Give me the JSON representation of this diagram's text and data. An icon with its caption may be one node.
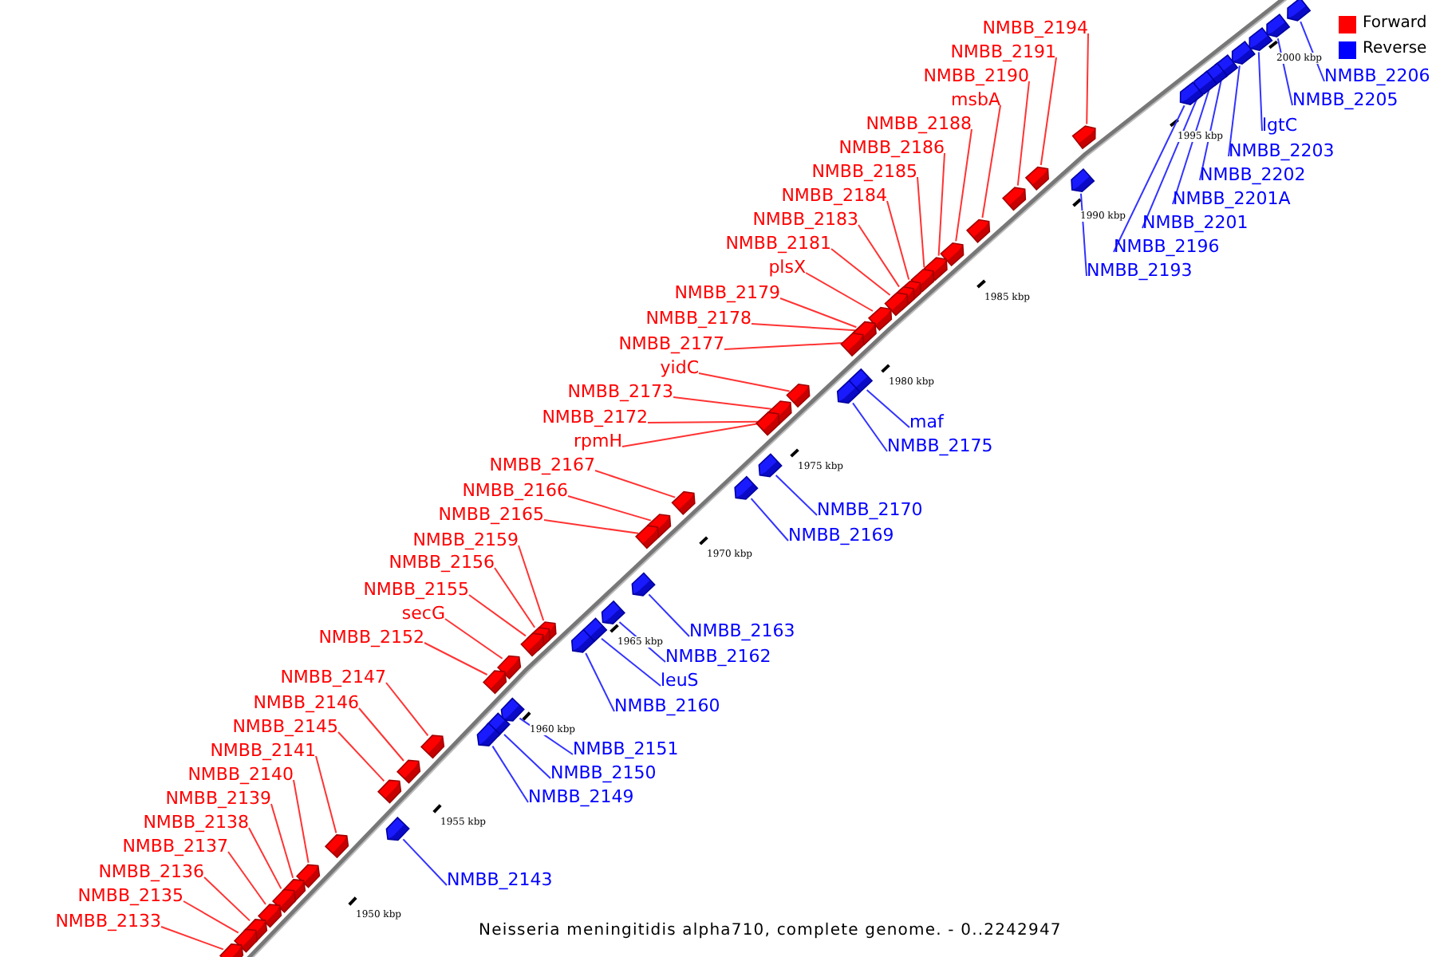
{
  "diagram": {
    "caption": "Neisseria meningitidis alpha710, complete genome. - 0..2242947",
    "nodes": [
      {
        "text": [
          "NMBB_2194"
        ]
      },
      {
        "text": [],
        "shape": "box"
      },
      {
        "text": [
          "NMBB_2191"
        ]
      },
      {
        "text": [],
        "shape": "box"
      },
      {
        "text": [
          "NMBB_2190"
        ]
      },
      {
        "text": [],
        "shape": "box"
      },
      {
        "text": [
          "NMBB_2206"
        ]
      },
      {
        "text": [],
        "shape": "box"
      },
      {
        "text": [
          "msbA"
        ]
      },
      {
        "text": [],
        "shape": "box"
      },
      {
        "text": [
          "NMBB_2205"
        ]
      },
      {
        "text": [],
        "shape": "box"
      },
      {
        "text": [
          "NMBB_2188"
        ]
      },
      {
        "text": [],
        "shape": "box"
      },
      {
        "text": [
          "lgtC"
        ]
      },
      {
        "text": [],
        "shape": "box"
      },
      {
        "text": [
          "NMBB_2186"
        ]
      },
      {
        "text": [],
        "shape": "box"
      },
      {
        "text": [
          "NMBB_2203"
        ]
      },
      {
        "text": [],
        "shape": "box"
      },
      {
        "text": [
          "NMBB_2185"
        ]
      },
      {
        "text": [],
        "shape": "box"
      },
      {
        "text": [
          "NMBB_2202"
        ]
      },
      {
        "text": [],
        "shape": "box"
      },
      {
        "text": [
          "NMBB_2184"
        ]
      },
      {
        "text": [],
        "shape": "box"
      },
      {
        "text": [
          "NMBB_2201A"
        ]
      },
      {
        "text": [],
        "shape": "box"
      },
      {
        "text": [
          "NMBB_2183"
        ]
      },
      {
        "text": [],
        "shape": "box"
      },
      {
        "text": [
          "NMBB_2201"
        ]
      },
      {
        "text": [],
        "shape": "box"
      },
      {
        "text": [
          "NMBB_2181"
        ]
      },
      {
        "text": [],
        "shape": "box"
      },
      {
        "text": [
          "NMBB_2196"
        ]
      },
      {
        "text": [],
        "shape": "box"
      },
      {
        "text": [
          "plsX"
        ]
      },
      {
        "text": [],
        "shape": "box"
      },
      {
        "text": [
          "NMBB_2193"
        ]
      },
      {
        "text": [],
        "shape": "box"
      },
      {
        "text": [
          "NMBB_2179"
        ]
      },
      {
        "text": [],
        "shape": "box"
      },
      {
        "text": [
          "NMBB_2178"
        ]
      },
      {
        "text": [],
        "shape": "box"
      },
      {
        "text": [
          "NMBB_2177"
        ]
      },
      {
        "text": [],
        "shape": "box"
      },
      {
        "text": [
          "yidC"
        ]
      },
      {
        "text": [],
        "shape": "box"
      },
      {
        "text": [
          "NMBB_2173"
        ]
      },
      {
        "text": [],
        "shape": "box"
      },
      {
        "text": [
          "NMBB_2172"
        ]
      },
      {
        "text": [],
        "shape": "box"
      },
      {
        "text": [
          "maf"
        ]
      },
      {
        "text": [],
        "shape": "box"
      },
      {
        "text": [
          "rpmH"
        ]
      },
      {
        "text": [],
        "shape": "box"
      },
      {
        "text": [
          "NMBB_2175"
        ]
      },
      {
        "text": [],
        "shape": "box"
      },
      {
        "text": [
          "NMBB_2167"
        ]
      },
      {
        "text": [],
        "shape": "box"
      },
      {
        "text": [
          "NMBB_2166"
        ]
      },
      {
        "text": [],
        "shape": "box"
      },
      {
        "text": [
          "NMBB_2170"
        ]
      },
      {
        "text": [],
        "shape": "box"
      },
      {
        "text": [
          "NMBB_2165"
        ]
      },
      {
        "text": [],
        "shape": "box"
      },
      {
        "text": [
          "NMBB_2169"
        ]
      },
      {
        "text": [],
        "shape": "box"
      },
      {
        "text": [
          "NMBB_2159"
        ]
      },
      {
        "text": [],
        "shape": "box"
      },
      {
        "text": [
          "NMBB_2156"
        ]
      },
      {
        "text": [],
        "shape": "box"
      },
      {
        "text": [
          "NMBB_2155"
        ]
      },
      {
        "text": [],
        "shape": "box"
      },
      {
        "text": [
          "secG"
        ]
      },
      {
        "text": [],
        "shape": "box"
      },
      {
        "text": [
          "NMBB_2163"
        ]
      },
      {
        "text": [],
        "shape": "box"
      },
      {
        "text": [
          "NMBB_2152"
        ]
      },
      {
        "text": [],
        "shape": "box"
      },
      {
        "text": [
          "NMBB_2162"
        ]
      },
      {
        "text": [],
        "shape": "box"
      },
      {
        "text": [
          "NMBB_2147"
        ]
      },
      {
        "text": [],
        "shape": "box"
      },
      {
        "text": [
          "leuS"
        ]
      },
      {
        "text": [],
        "shape": "box"
      },
      {
        "text": [
          "NMBB_2146"
        ]
      },
      {
        "text": [],
        "shape": "box"
      },
      {
        "text": [
          "NMBB_2160"
        ]
      },
      {
        "text": [],
        "shape": "box"
      },
      {
        "text": [
          "NMBB_2151"
        ]
      },
      {
        "text": [],
        "shape": "box"
      },
      {
        "text": [
          "NMBB_2145"
        ]
      },
      {
        "text": [],
        "shape": "box"
      },
      {
        "text": [
          "NMBB_2141"
        ]
      },
      {
        "text": [],
        "shape": "box"
      },
      {
        "text": [
          "NMBB_2150"
        ]
      },
      {
        "text": [],
        "shape": "box"
      },
      {
        "text": [
          "NMBB_2140"
        ]
      },
      {
        "text": [],
        "shape": "box"
      },
      {
        "text": [
          "NMBB_2149"
        ]
      },
      {
        "text": [],
        "shape": "box"
      },
      {
        "text": [
          "NMBB_2139"
        ]
      },
      {
        "text": [],
        "shape": "box"
      },
      {
        "text": [
          "NMBB_2138"
        ]
      },
      {
        "text": [],
        "shape": "box"
      },
      {
        "text": [
          "NMBB_2137"
        ]
      },
      {
        "text": [],
        "shape": "box"
      },
      {
        "text": [
          "NMBB_2136"
        ]
      },
      {
        "text": [],
        "shape": "box"
      },
      {
        "text": [
          "NMBB_2143"
        ]
      },
      {
        "text": [],
        "shape": "box"
      },
      {
        "text": [
          "NMBB_2135"
        ]
      },
      {
        "text": [],
        "shape": "box"
      },
      {
        "text": [
          "NMBB_2133"
        ]
      },
      {
        "text": [],
        "shape": "box"
      }
    ],
    "edges": [
      {
        "from": 0,
        "to": 1,
        "arrow": "none"
      },
      {
        "from": 2,
        "to": 3,
        "arrow": "none"
      },
      {
        "from": 4,
        "to": 5,
        "arrow": "none"
      },
      {
        "from": 6,
        "to": 7,
        "arrow": "none",
        "color": "#3333ff"
      },
      {
        "from": 8,
        "to": 9,
        "arrow": "none"
      },
      {
        "from": 10,
        "to": 11,
        "arrow": "none",
        "color": "#3333ff"
      },
      {
        "from": 12,
        "to": 13,
        "arrow": "none"
      },
      {
        "from": 14,
        "to": 15,
        "arrow": "none",
        "color": "#3333ff"
      },
      {
        "from": 16,
        "to": 17,
        "arrow": "none"
      },
      {
        "from": 18,
        "to": 19,
        "arrow": "none",
        "color": "#3333ff"
      },
      {
        "from": 20,
        "to": 21,
        "arrow": "none"
      },
      {
        "from": 22,
        "to": 23,
        "arrow": "none",
        "color": "#3333ff"
      },
      {
        "from": 24,
        "to": 25,
        "arrow": "none"
      },
      {
        "from": 26,
        "to": 27,
        "arrow": "none",
        "color": "#3333ff"
      },
      {
        "from": 28,
        "to": 29,
        "arrow": "none"
      },
      {
        "from": 30,
        "to": 31,
        "arrow": "none",
        "color": "#3333ff"
      },
      {
        "from": 32,
        "to": 33,
        "arrow": "none"
      },
      {
        "from": 34,
        "to": 35,
        "arrow": "none",
        "color": "#3333ff"
      },
      {
        "from": 36,
        "to": 37,
        "arrow": "none"
      },
      {
        "from": 38,
        "to": 39,
        "arrow": "none",
        "color": "#3333ff"
      },
      {
        "from": 40,
        "to": 41,
        "arrow": "none"
      },
      {
        "from": 42,
        "to": 43,
        "arrow": "none"
      },
      {
        "from": 44,
        "to": 45,
        "arrow": "none"
      },
      {
        "from": 46,
        "to": 47,
        "arrow": "none"
      },
      {
        "from": 48,
        "to": 49,
        "arrow": "none"
      },
      {
        "from": 50,
        "to": 51,
        "arrow": "none"
      },
      {
        "from": 52,
        "to": 53,
        "arrow": "none",
        "color": "#3333ff"
      },
      {
        "from": 54,
        "to": 55,
        "arrow": "none"
      },
      {
        "from": 56,
        "to": 57,
        "arrow": "none",
        "color": "#3333ff"
      },
      {
        "from": 58,
        "to": 59,
        "arrow": "none"
      },
      {
        "from": 60,
        "to": 61,
        "arrow": "none"
      },
      {
        "from": 62,
        "to": 63,
        "arrow": "none",
        "color": "#3333ff"
      },
      {
        "from": 64,
        "to": 65,
        "arrow": "none"
      },
      {
        "from": 66,
        "to": 67,
        "arrow": "none",
        "color": "#3333ff"
      },
      {
        "from": 68,
        "to": 69,
        "arrow": "none"
      },
      {
        "from": 70,
        "to": 71,
        "arrow": "none"
      },
      {
        "from": 72,
        "to": 73,
        "arrow": "none"
      },
      {
        "from": 74,
        "to": 75,
        "arrow": "none"
      },
      {
        "from": 76,
        "to": 77,
        "arrow": "none",
        "color": "#3333ff"
      },
      {
        "from": 78,
        "to": 79,
        "arrow": "none"
      },
      {
        "from": 80,
        "to": 81,
        "arrow": "none",
        "color": "#3333ff"
      },
      {
        "from": 82,
        "to": 83,
        "arrow": "none"
      },
      {
        "from": 84,
        "to": 85,
        "arrow": "none",
        "color": "#3333ff"
      },
      {
        "from": 86,
        "to": 87,
        "arrow": "none"
      },
      {
        "from": 88,
        "to": 89,
        "arrow": "none",
        "color": "#3333ff"
      },
      {
        "from": 90,
        "to": 91,
        "arrow": "none",
        "color": "#3333ff"
      },
      {
        "from": 92,
        "to": 93,
        "arrow": "none"
      },
      {
        "from": 94,
        "to": 95,
        "arrow": "none"
      },
      {
        "from": 96,
        "to": 97,
        "arrow": "none",
        "color": "#3333ff"
      },
      {
        "from": 98,
        "to": 99,
        "arrow": "none"
      },
      {
        "from": 100,
        "to": 101,
        "arrow": "none",
        "color": "#3333ff"
      },
      {
        "from": 102,
        "to": 103,
        "arrow": "none"
      },
      {
        "from": 104,
        "to": 105,
        "arrow": "none"
      },
      {
        "from": 106,
        "to": 107,
        "arrow": "none"
      },
      {
        "from": 108,
        "to": 109,
        "arrow": "none"
      },
      {
        "from": 110,
        "to": 111,
        "arrow": "none",
        "color": "#3333ff"
      },
      {
        "from": 112,
        "to": 113,
        "arrow": "none"
      },
      {
        "from": 114,
        "to": 115,
        "arrow": "none"
      }
    ],
    "labels": [
      "2000 kbp",
      "1995 kbp",
      "1990 kbp",
      "1985 kbp",
      "1980 kbp",
      "1975 kbp",
      "1970 kbp",
      "1965 kbp",
      "1960 kbp",
      "1955 kbp",
      "1950 kbp"
    ],
    "legend": [
      {
        "text": "Forward",
        "color": "#ff0000"
      },
      {
        "text": "Reverse",
        "color": "#0000ff"
      }
    ]
  }
}
